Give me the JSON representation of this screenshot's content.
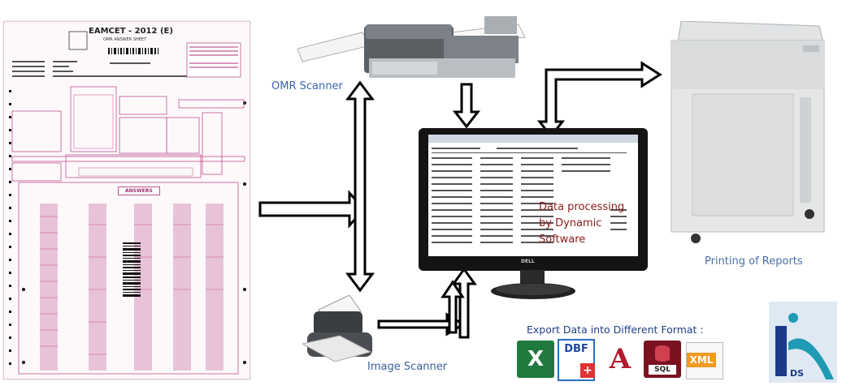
{
  "omr_sheet": {
    "title": "EAMCET - 2012 (E)",
    "subtitle": "OMR ANSWER SHEET",
    "answers_label": "ANSWERS"
  },
  "labels": {
    "omr_scanner": "OMR Scanner",
    "printing": "Printing of Reports",
    "image_scanner": "Image Scanner",
    "export": "Export Data into Different Format :",
    "data_processing_line1": "Data processing",
    "data_processing_line2": "by Dynamic",
    "data_processing_line3": "Software",
    "monitor_brand": "DELL"
  },
  "formats": [
    {
      "name": "excel-icon",
      "text": "X"
    },
    {
      "name": "dbf-icon",
      "text": "DBF"
    },
    {
      "name": "access-icon",
      "text": "A"
    },
    {
      "name": "sql-icon",
      "text": "SQL"
    },
    {
      "name": "xml-icon",
      "text": "XML"
    }
  ],
  "logo": {
    "text": "DS"
  },
  "colors": {
    "arrow_stroke": "#000000",
    "label_blue": "#3b64b0",
    "processing_text": "#8b1a1a",
    "sheet_pink": "#c0508e"
  }
}
